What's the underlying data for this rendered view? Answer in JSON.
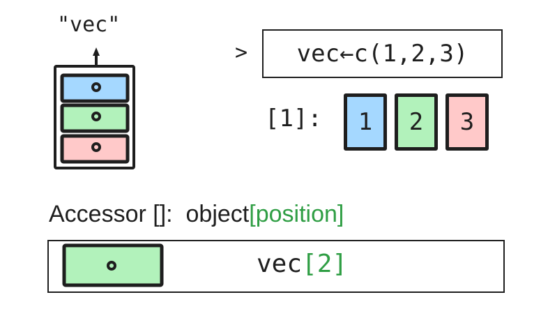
{
  "colors": {
    "stroke": "#1e1e1e",
    "blue": "#a5d8ff",
    "green": "#b2f2bb",
    "red": "#ffc9c9",
    "accent_text": "#2f9e44"
  },
  "cabinet": {
    "label": "\"vec\""
  },
  "code": {
    "prompt": ">",
    "expression": "vec←c(1,2,3)"
  },
  "output": {
    "index_label": "[1]:",
    "values": [
      "1",
      "2",
      "3"
    ]
  },
  "accessor": {
    "label": "Accessor []:",
    "object": "object",
    "position": "[position]"
  },
  "example": {
    "object": "vec",
    "index": "[2]"
  }
}
